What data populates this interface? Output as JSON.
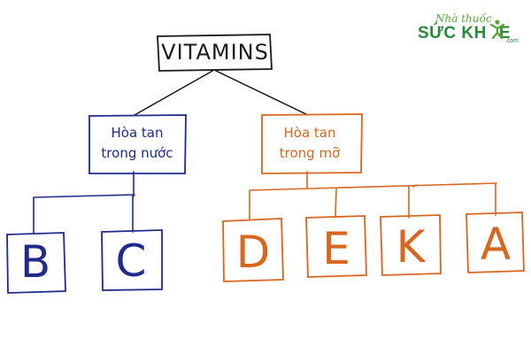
{
  "title": "VITAMINS",
  "water_soluble": {
    "line1": "Hòa tan",
    "line2": "trong nước"
  },
  "fat_soluble": {
    "line1": "Hòa tan",
    "line2": "trong mỡ"
  },
  "water_vitamins": [
    "B",
    "C"
  ],
  "fat_vitamins": [
    "D",
    "E",
    "K",
    "A"
  ],
  "logo": {
    "line1": "Nhà thuốc",
    "line2": "SỨC KH",
    "line2_end": "E",
    "dotcom": ".com"
  },
  "colors": {
    "root": "#1a1a1a",
    "water": "#1f2a8c",
    "fat": "#d9661f",
    "logo": "#2a8a3a"
  }
}
